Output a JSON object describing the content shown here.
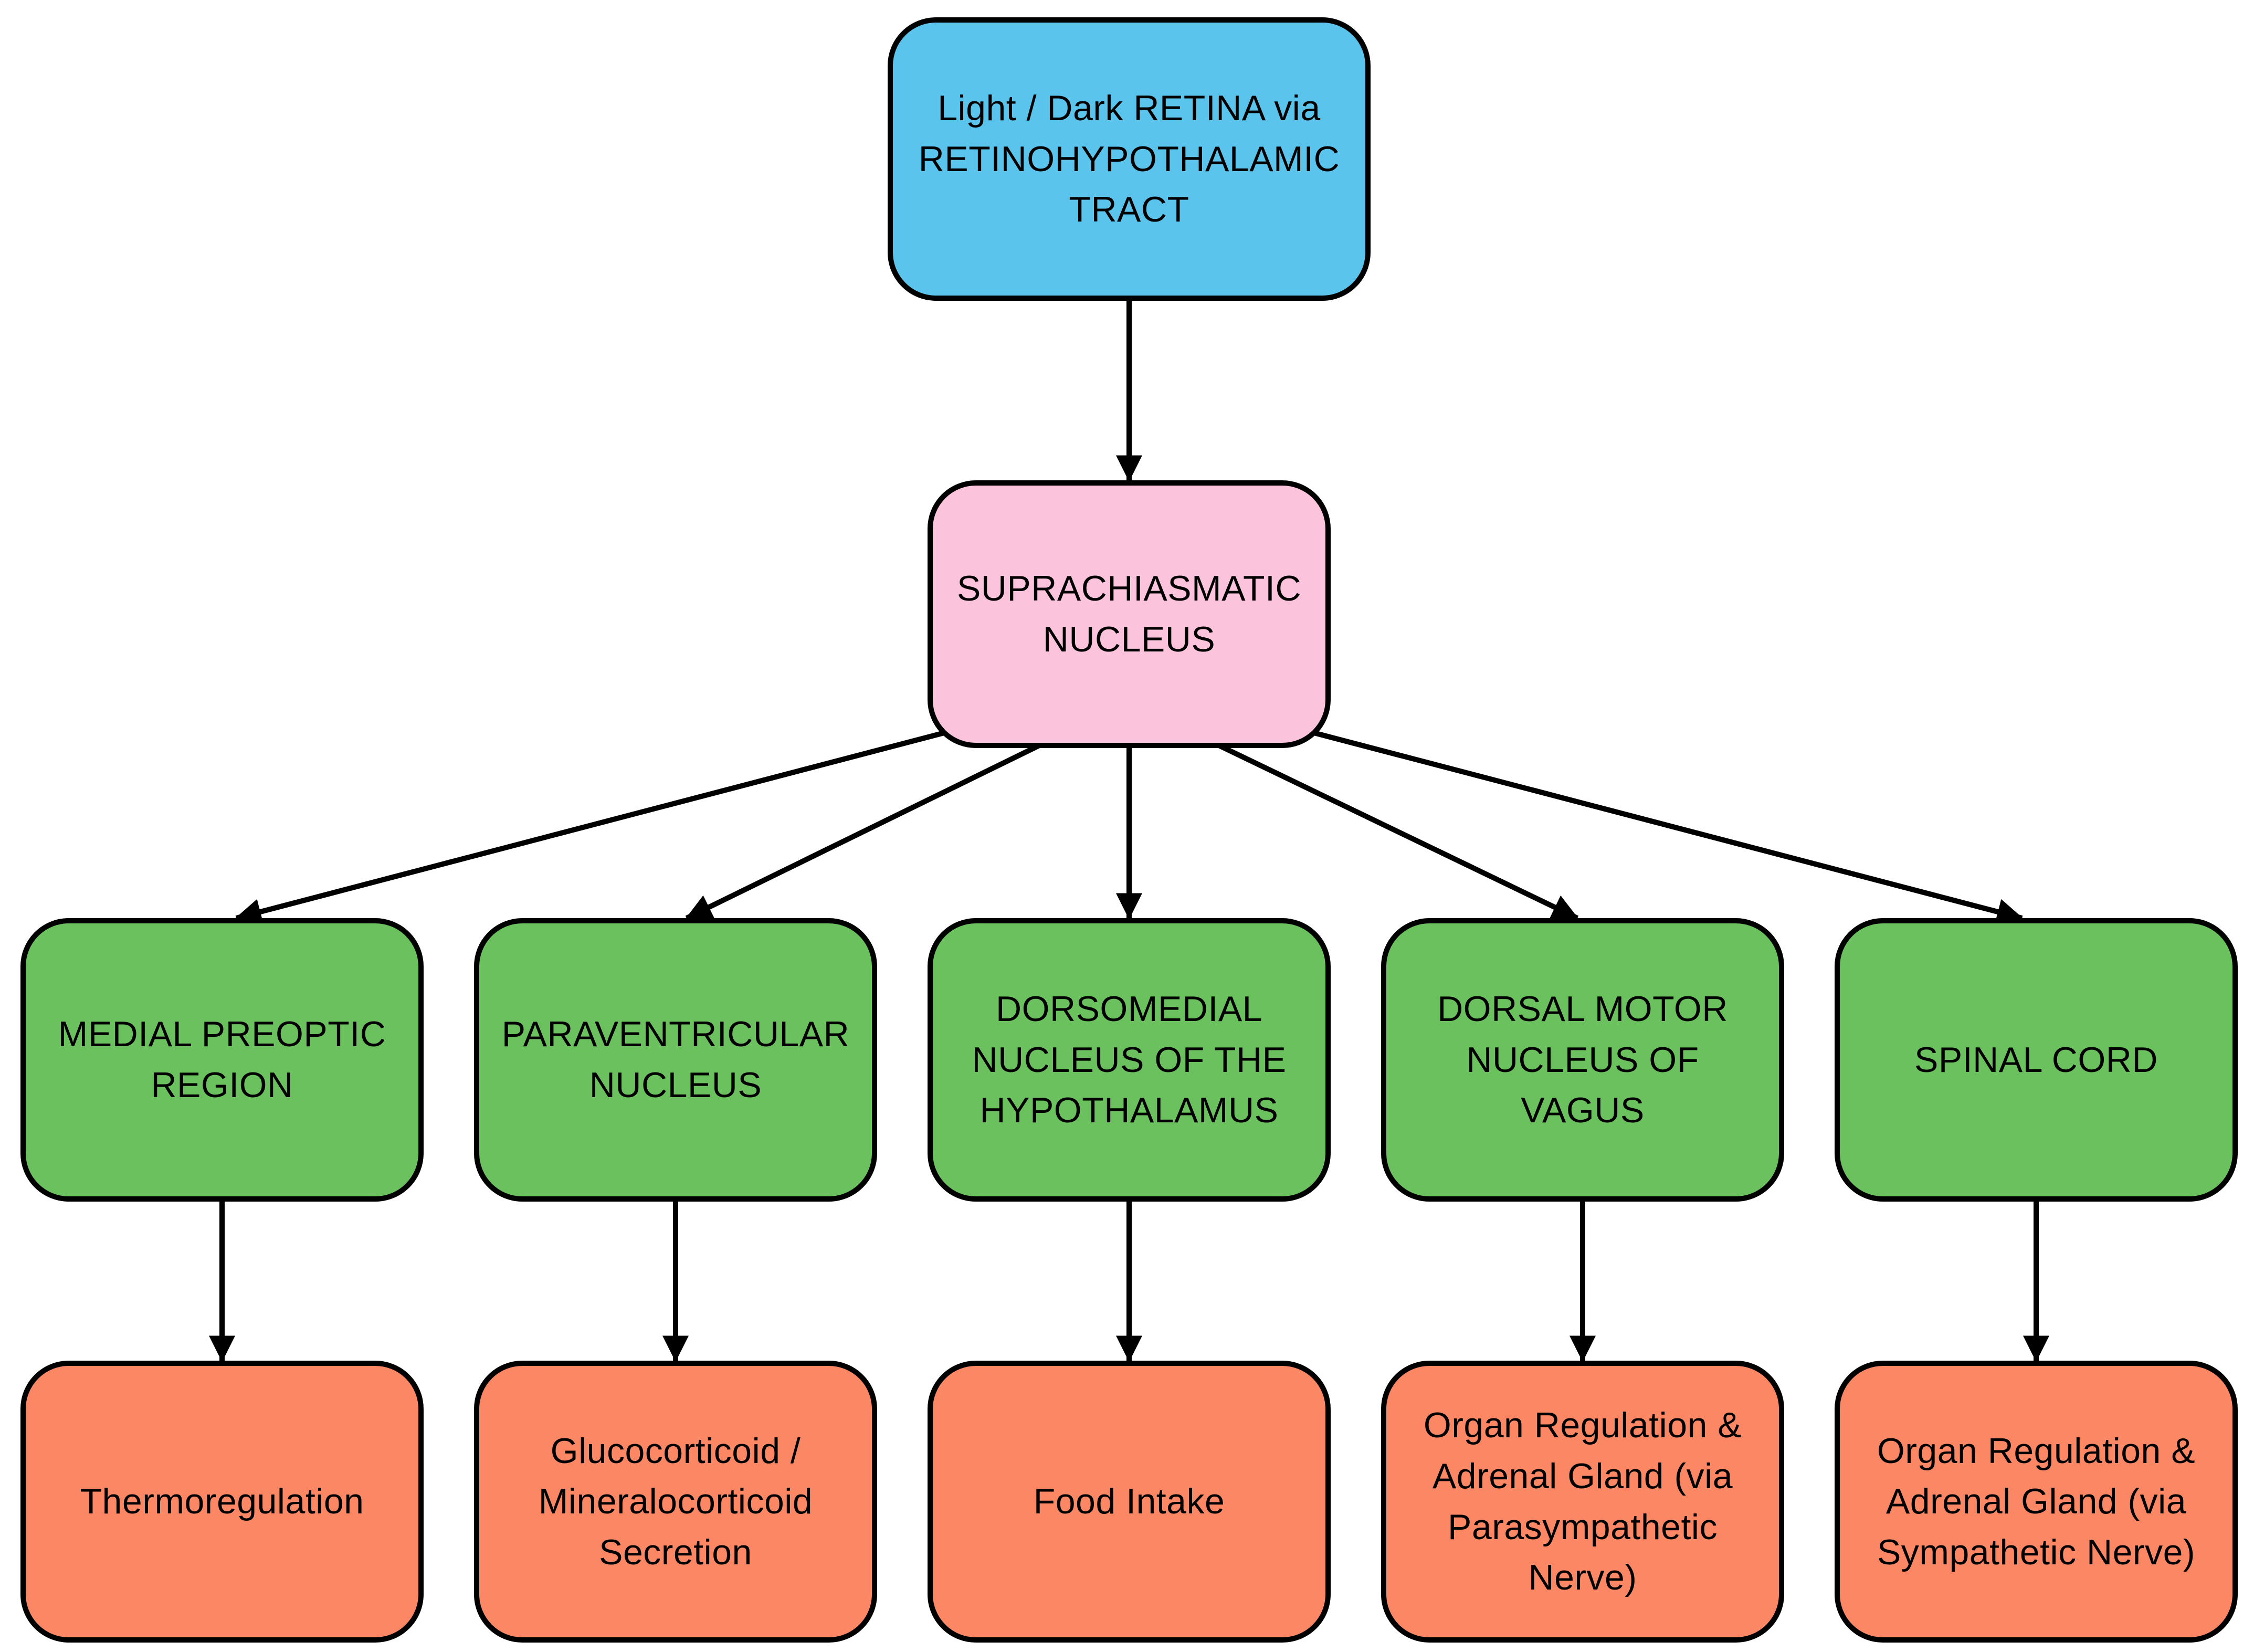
{
  "diagram": {
    "input_node": {
      "id": "retina-input",
      "label": "Light / Dark RETINA via\nRETINOHYPOTHALAMIC\nTRACT",
      "fill": "#5BC4EC"
    },
    "hub_node": {
      "id": "suprachiasmatic-nucleus",
      "label": "SUPRACHIASMATIC\nNUCLEUS",
      "fill": "#FBC3DC"
    },
    "columns": [
      {
        "region": {
          "id": "medial-preoptic-region",
          "label": "MEDIAL PREOPTIC\nREGION"
        },
        "function": {
          "id": "thermoregulation",
          "label": "Thermoregulation"
        }
      },
      {
        "region": {
          "id": "paraventricular-nucleus",
          "label": "PARAVENTRICULAR\nNUCLEUS"
        },
        "function": {
          "id": "glucocorticoid-mineralocorticoid-secretion",
          "label": "Glucocorticoid /\nMineralocorticoid\nSecretion"
        }
      },
      {
        "region": {
          "id": "dorsomedial-nucleus-of-the-hypothalamus",
          "label": "DORSOMEDIAL\nNUCLEUS OF THE\nHYPOTHALAMUS"
        },
        "function": {
          "id": "food-intake",
          "label": "Food Intake"
        }
      },
      {
        "region": {
          "id": "dorsal-motor-nucleus-of-vagus",
          "label": "DORSAL MOTOR\nNUCLEUS OF\nVAGUS"
        },
        "function": {
          "id": "organ-regulation-parasympathetic",
          "label": "Organ Regulation &\nAdrenal Gland (via\nParasympathetic\nNerve)"
        }
      },
      {
        "region": {
          "id": "spinal-cord",
          "label": "SPINAL CORD"
        },
        "function": {
          "id": "organ-regulation-sympathetic",
          "label": "Organ Regulation &\nAdrenal Gland (via\nSympathetic Nerve)"
        }
      }
    ],
    "edges": [
      {
        "from": "retina-input",
        "to": "suprachiasmatic-nucleus"
      },
      {
        "from": "suprachiasmatic-nucleus",
        "to": "medial-preoptic-region"
      },
      {
        "from": "suprachiasmatic-nucleus",
        "to": "paraventricular-nucleus"
      },
      {
        "from": "suprachiasmatic-nucleus",
        "to": "dorsomedial-nucleus-of-the-hypothalamus"
      },
      {
        "from": "suprachiasmatic-nucleus",
        "to": "dorsal-motor-nucleus-of-vagus"
      },
      {
        "from": "suprachiasmatic-nucleus",
        "to": "spinal-cord"
      },
      {
        "from": "medial-preoptic-region",
        "to": "thermoregulation"
      },
      {
        "from": "paraventricular-nucleus",
        "to": "glucocorticoid-mineralocorticoid-secretion"
      },
      {
        "from": "dorsomedial-nucleus-of-the-hypothalamus",
        "to": "food-intake"
      },
      {
        "from": "dorsal-motor-nucleus-of-vagus",
        "to": "organ-regulation-parasympathetic"
      },
      {
        "from": "spinal-cord",
        "to": "organ-regulation-sympathetic"
      }
    ],
    "colors": {
      "input_fill": "#5BC4EC",
      "hub_fill": "#FBC3DC",
      "region_fill": "#6BC15E",
      "function_fill": "#FC8765",
      "line": "#000000",
      "background": "#FFFFFF"
    }
  }
}
